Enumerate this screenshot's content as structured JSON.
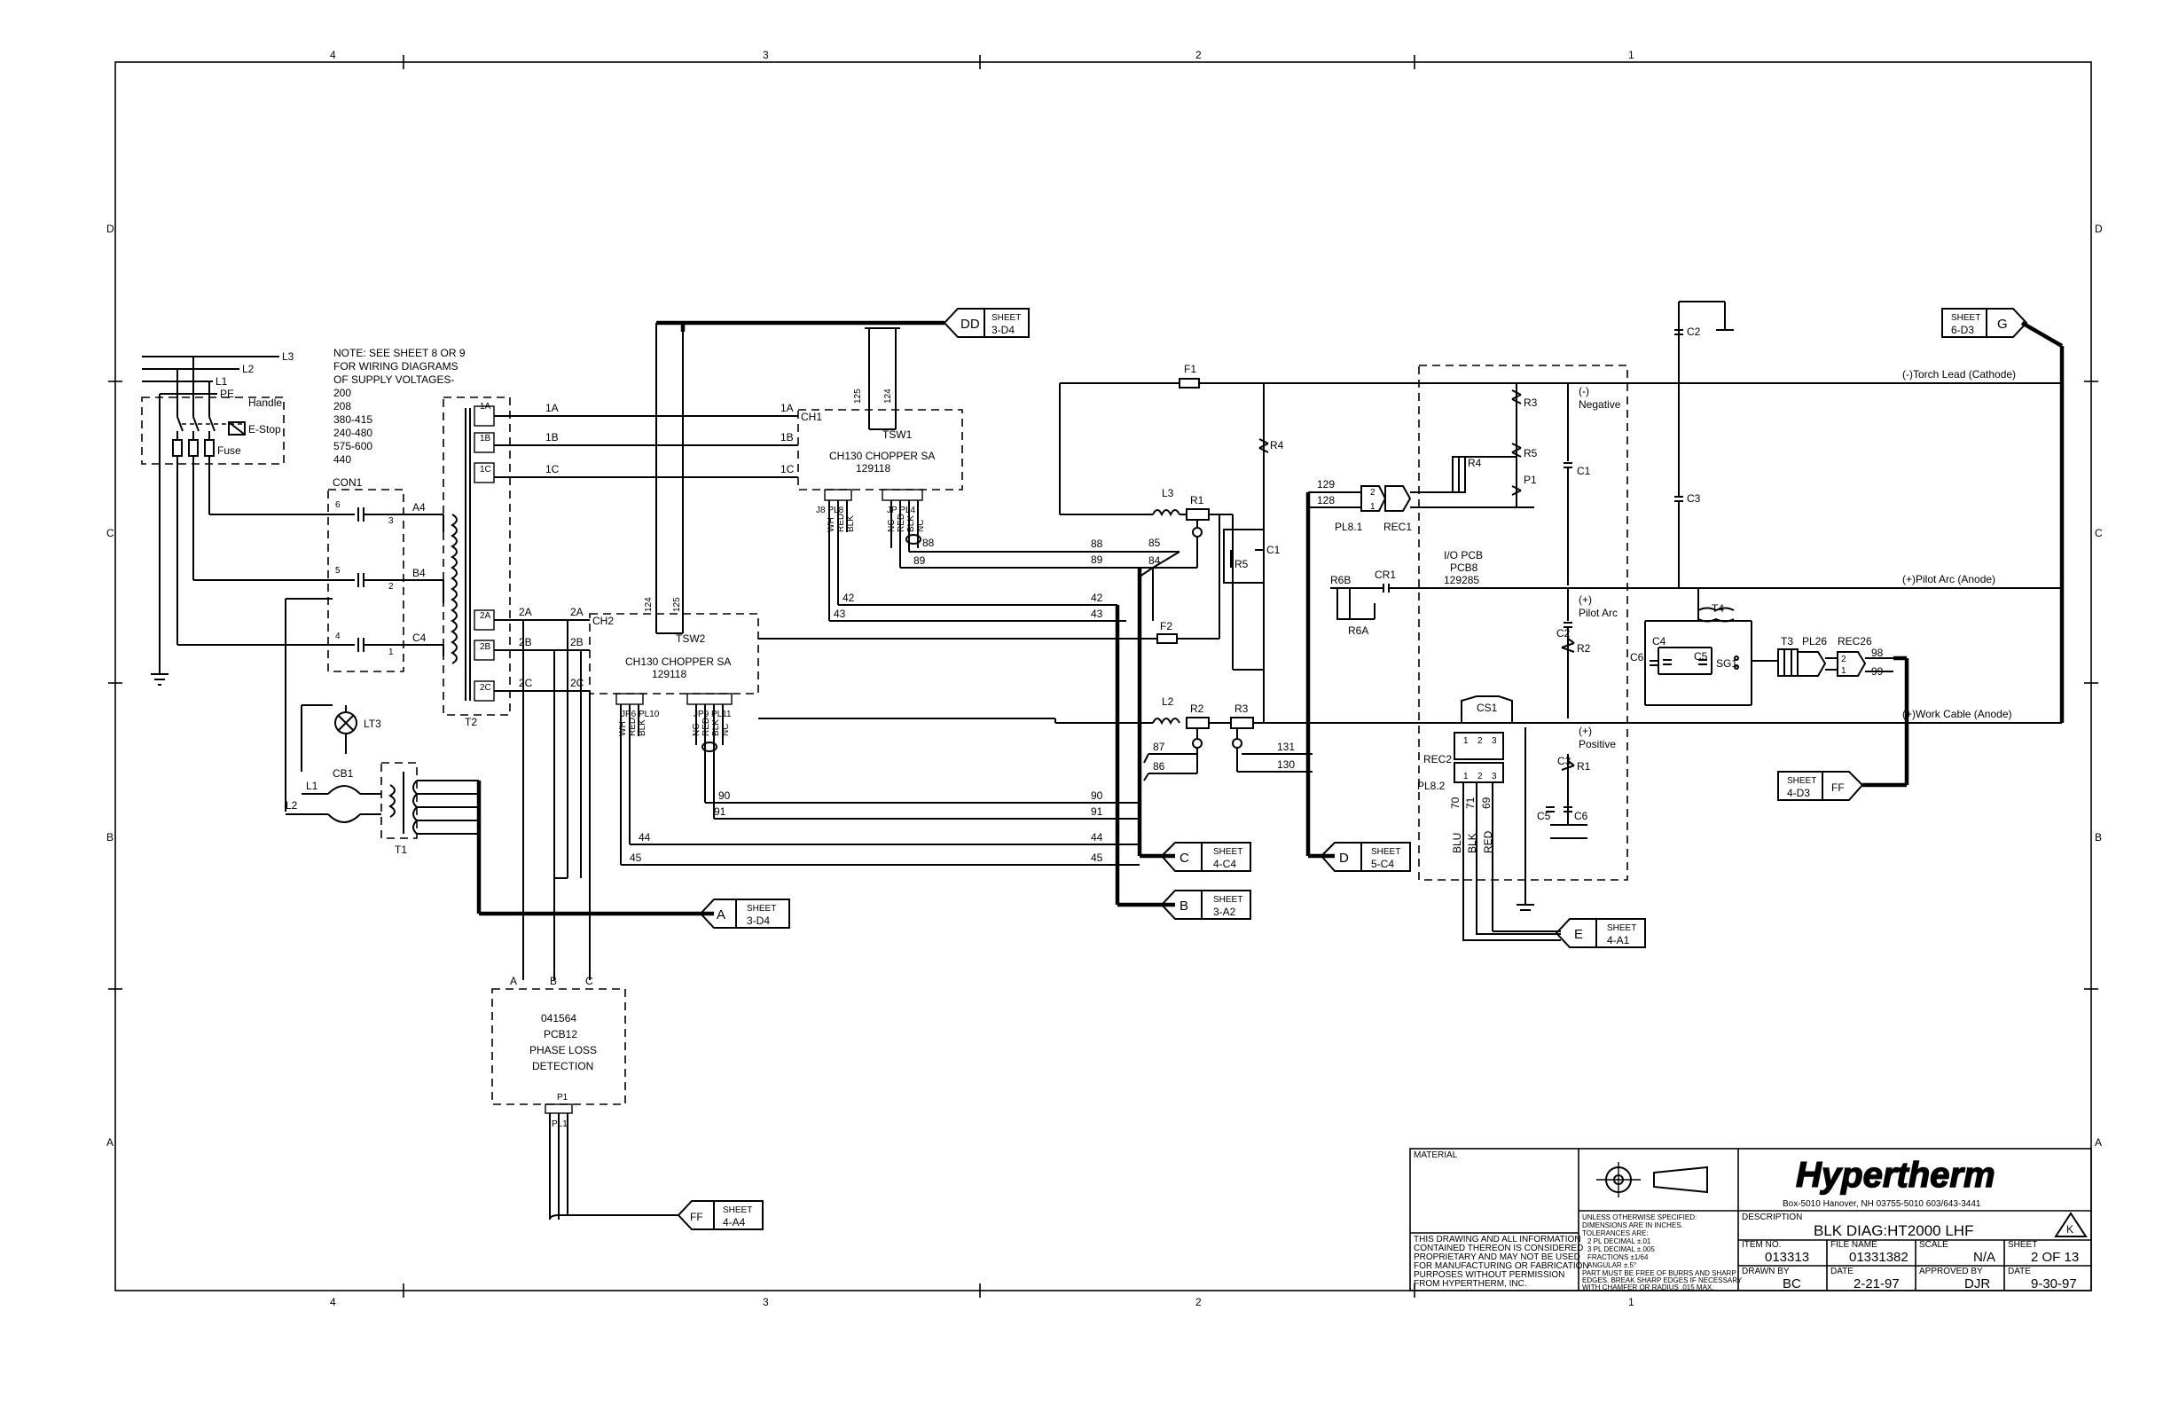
{
  "frame": {
    "columns": [
      "4",
      "3",
      "2",
      "1"
    ],
    "rows": [
      "D",
      "C",
      "B",
      "A"
    ]
  },
  "note": {
    "lines": [
      "NOTE: SEE SHEET 8 OR 9",
      "FOR WIRING DIAGRAMS",
      "OF SUPPLY VOLTAGES-",
      "200",
      "208",
      "380-415",
      "240-480",
      "575-600",
      "440"
    ]
  },
  "supply": {
    "l1": "L1",
    "l2": "L2",
    "l3": "L3",
    "pe": "PE",
    "handle": "Handle",
    "estop": "E-Stop",
    "fuse": "Fuse"
  },
  "con1": {
    "label": "CON1",
    "pins": [
      "6",
      "3",
      "5",
      "2",
      "4",
      "1"
    ]
  },
  "wires": {
    "a4": "A4",
    "b4": "B4",
    "c4": "C4",
    "w1a": "1A",
    "w1b": "1B",
    "w1c": "1C",
    "w2a": "2A",
    "w2b": "2B",
    "w2c": "2C",
    "w88": "88",
    "w89": "89",
    "w85": "85",
    "w84": "84",
    "w42": "42",
    "w43": "43",
    "w87": "87",
    "w86": "86",
    "w90": "90",
    "w91": "91",
    "w44": "44",
    "w45": "45",
    "w131": "131",
    "w130": "130",
    "w129": "129",
    "w128": "128",
    "w98": "98",
    "w99": "99",
    "w70": "70",
    "w71": "71",
    "w69": "69",
    "w124": "124",
    "w125": "125"
  },
  "t2": {
    "label": "T2",
    "taps": [
      "1A",
      "1B",
      "1C",
      "2A",
      "2B",
      "2C"
    ]
  },
  "ch1": {
    "terminal": "CH1",
    "name": "CH130 CHOPPER SA",
    "part": "129118",
    "tsw": "TSW1"
  },
  "ch2": {
    "terminal": "CH2",
    "name": "CH130 CHOPPER SA",
    "part": "129118",
    "tsw": "TSW2"
  },
  "connectors": {
    "cp1": "J8  PL8",
    "cp2": "JP  PL4",
    "cp3": "JP6  PL10",
    "cp4": "JP9  PL11",
    "wires1": [
      "WH",
      "RED",
      "BLK"
    ],
    "wires2": [
      "NC",
      "RED",
      "BLK",
      "NC"
    ]
  },
  "components": {
    "lt3": "LT3",
    "cb1": "CB1",
    "l1": "L1",
    "l2": "L2",
    "t1": "T1",
    "f1": "F1",
    "f2": "F2",
    "l3": "L3",
    "l2b": "L2",
    "r1": "R1",
    "r2": "R2",
    "r3": "R3",
    "r4": "R4",
    "r5": "R5",
    "c1": "C1",
    "c2": "C2",
    "c3": "C3",
    "c4": "C4",
    "c5": "C5",
    "c6": "C6",
    "t3": "T3",
    "t4": "T4",
    "sg1": "SG1",
    "pl26": "PL26",
    "rec26": "REC26",
    "r6b": "R6B",
    "r6a": "R6A",
    "cr1": "CR1"
  },
  "io_pcb": {
    "title": "I/O PCB",
    "name": "PCB8",
    "part": "129285",
    "negative": "(-)",
    "negative_word": "Negative",
    "pilot": "(+)",
    "pilot_word": "Pilot Arc",
    "positive": "(+)",
    "positive_word": "Positive",
    "r3": "R3",
    "r4": "R4",
    "r5": "R5",
    "p1": "P1",
    "c1": "C1",
    "c2": "C2",
    "r2": "R2",
    "c3": "C3",
    "r1": "R1",
    "c5": "C5",
    "c6": "C6",
    "cs1": "CS1",
    "rec1": "REC1",
    "rec2": "REC2",
    "pl81": "PL8.1",
    "pl82": "PL8.2",
    "cs_pins": [
      "1",
      "2",
      "3"
    ],
    "rec_pins": [
      "2",
      "1"
    ],
    "cable_colors": [
      "BLU",
      "BLK",
      "RED"
    ]
  },
  "outputs": {
    "torch": "(-)Torch Lead (Cathode)",
    "pilot": "(+)Pilot Arc (Anode)",
    "work": "(+)Work Cable (Anode)"
  },
  "refs": {
    "dd": {
      "letter": "DD",
      "sheet": "SHEET",
      "loc": "3-D4"
    },
    "g": {
      "letter": "G",
      "sheet": "SHEET",
      "loc": "6-D3"
    },
    "ff1": {
      "letter": "FF",
      "sheet": "SHEET",
      "loc": "4-D3"
    },
    "c": {
      "letter": "C",
      "sheet": "SHEET",
      "loc": "4-C4"
    },
    "b": {
      "letter": "B",
      "sheet": "SHEET",
      "loc": "3-A2"
    },
    "d": {
      "letter": "D",
      "sheet": "SHEET",
      "loc": "5-C4"
    },
    "e": {
      "letter": "E",
      "sheet": "SHEET",
      "loc": "4-A1"
    },
    "a": {
      "letter": "A",
      "sheet": "SHEET",
      "loc": "3-D4"
    },
    "ff2": {
      "letter": "FF",
      "sheet": "SHEET",
      "loc": "4-A4"
    }
  },
  "pcb12": {
    "inputs": [
      "A",
      "B",
      "C"
    ],
    "lines": [
      "041564",
      "PCB12",
      "PHASE LOSS",
      "DETECTION"
    ],
    "p1": "P1",
    "pl1": "PL1"
  },
  "title_block": {
    "material": "MATERIAL",
    "brand": "Hypertherm",
    "address": "Box-5010 Hanover, NH 03755-5010 603/643-3441",
    "proprietary": [
      "THIS DRAWING AND ALL INFORMATION",
      "CONTAINED THEREON IS CONSIDERED",
      "PROPRIETARY AND MAY NOT BE USED",
      "FOR MANUFACTURING OR FABRICATION",
      "PURPOSES WITHOUT PERMISSION",
      "FROM HYPERTHERM, INC."
    ],
    "tolerances": [
      "UNLESS OTHERWISE SPECIFIED:",
      "DIMENSIONS ARE IN INCHES.",
      "TOLERANCES ARE:",
      "2 PL DECIMAL ±.01",
      "3 PL DECIMAL ±.005",
      "FRACTIONS ±1/64",
      "ANGULAR ±.5°",
      "PART MUST BE FREE OF BURRS AND SHARP",
      "EDGES. BREAK SHARP EDGES IF NECESSARY",
      "WITH CHAMFER OR RADIUS .015 MAX."
    ],
    "description_label": "DESCRIPTION",
    "description": "BLK DIAG:HT2000 LHF",
    "revision": "K",
    "item_no_label": "ITEM NO.",
    "item_no": "013313",
    "file_name_label": "FILE NAME",
    "file_name": "01331382",
    "scale_label": "SCALE",
    "scale": "N/A",
    "sheet_label": "SHEET",
    "sheet": "2 OF 13",
    "drawn_by_label": "DRAWN BY",
    "drawn_by": "BC",
    "date_label": "DATE",
    "date": "2-21-97",
    "approved_by_label": "APPROVED BY",
    "approved_by": "DJR",
    "approved_date_label": "DATE",
    "approved_date": "9-30-97"
  }
}
